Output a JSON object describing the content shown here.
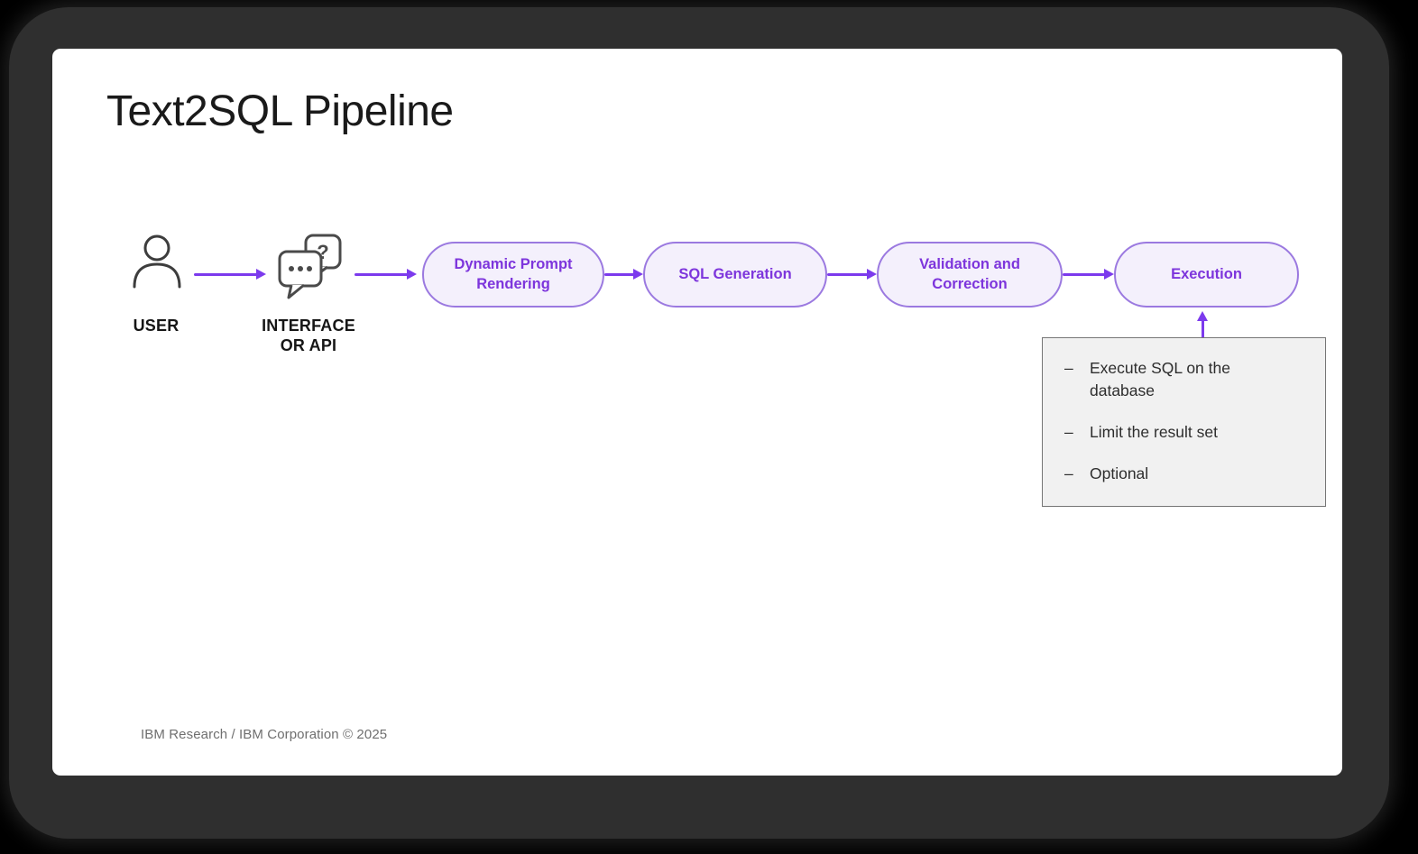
{
  "slide": {
    "title": "Text2SQL Pipeline",
    "footer": "IBM Research / IBM Corporation © 2025"
  },
  "pipeline": {
    "actors": [
      {
        "label": "USER",
        "icon": "person-icon"
      },
      {
        "label": "INTERFACE OR API",
        "icon": "chat-bubbles-icon"
      }
    ],
    "stages": [
      {
        "label": "Dynamic Prompt Rendering"
      },
      {
        "label": "SQL Generation"
      },
      {
        "label": "Validation and Correction"
      },
      {
        "label": "Execution"
      }
    ],
    "connector_icon": "arrow-right-icon"
  },
  "execution_notes": {
    "bullet": "–",
    "items": [
      "Execute SQL on the database",
      "Limit the result set",
      "Optional"
    ],
    "connector_icon": "arrow-up-icon"
  },
  "icons": {
    "question_glyph": "?"
  },
  "colors": {
    "accent_purple": "#7c3aed",
    "pill_fill": "#f4f0fc",
    "pill_border": "#9b79e0",
    "pill_text": "#7d35dc",
    "note_bg": "#f1f1f1",
    "note_border": "#767676",
    "frame_bg": "#2f2f2f",
    "slide_bg": "#ffffff"
  }
}
